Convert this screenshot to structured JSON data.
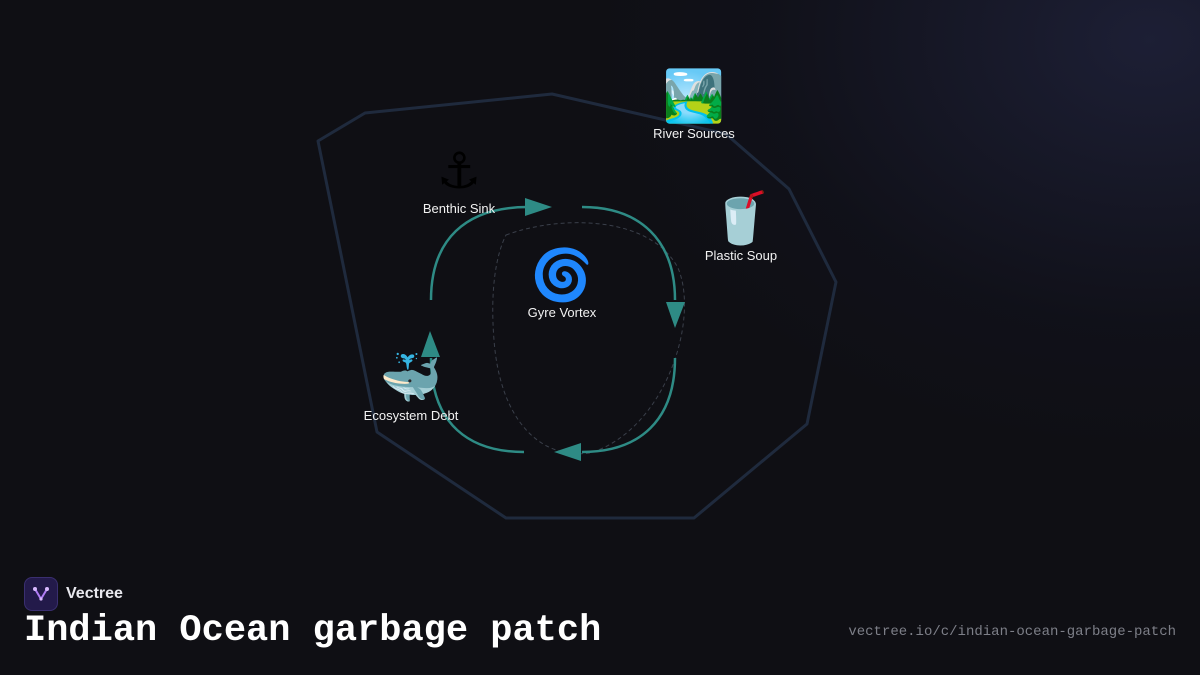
{
  "brand": {
    "name": "Vectree",
    "accent": "#7c3aed"
  },
  "page": {
    "title": "Indian Ocean garbage patch",
    "url": "vectree.io/c/indian-ocean-garbage-patch"
  },
  "diagram": {
    "boundary_color": "#1f2a3d",
    "cycle_color": "#2e8b85",
    "nodes": [
      {
        "id": "river-sources",
        "label": "River Sources",
        "icon": "river-landscape-icon",
        "glyph": "🏞️"
      },
      {
        "id": "benthic-sink",
        "label": "Benthic Sink",
        "icon": "anchor-icon",
        "glyph": "⚓"
      },
      {
        "id": "plastic-soup",
        "label": "Plastic Soup",
        "icon": "cup-with-straw-icon",
        "glyph": "🥤"
      },
      {
        "id": "gyre-vortex",
        "label": "Gyre Vortex",
        "icon": "cyclone-icon",
        "glyph": "🌀"
      },
      {
        "id": "ecosystem-debt",
        "label": "Ecosystem Debt",
        "icon": "spouting-whale-icon",
        "glyph": "🐳"
      }
    ]
  }
}
